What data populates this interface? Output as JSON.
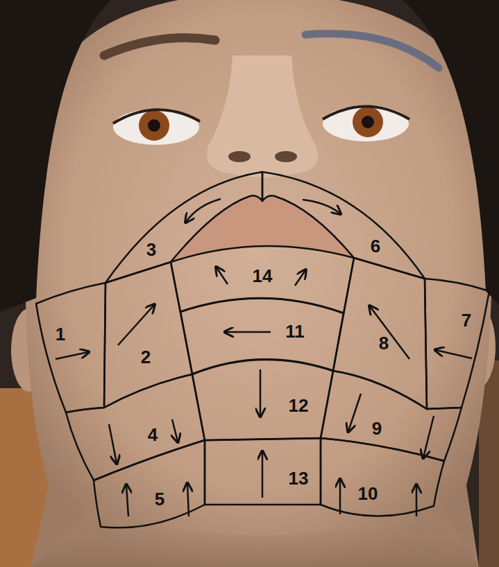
{
  "diagram": {
    "nodes": [
      {
        "text": [
          "1"
        ]
      },
      {
        "text": [
          "2"
        ]
      },
      {
        "text": [
          "3"
        ]
      },
      {
        "text": [
          "4"
        ]
      },
      {
        "text": [
          "5"
        ]
      },
      {
        "text": [
          "6"
        ]
      },
      {
        "text": [
          "7"
        ]
      },
      {
        "text": [
          "8"
        ]
      },
      {
        "text": [
          "9"
        ]
      },
      {
        "text": [
          "10"
        ]
      },
      {
        "text": [
          "11"
        ]
      },
      {
        "text": [
          "12"
        ]
      },
      {
        "text": [
          "13"
        ]
      },
      {
        "text": [
          "14"
        ]
      }
    ]
  }
}
